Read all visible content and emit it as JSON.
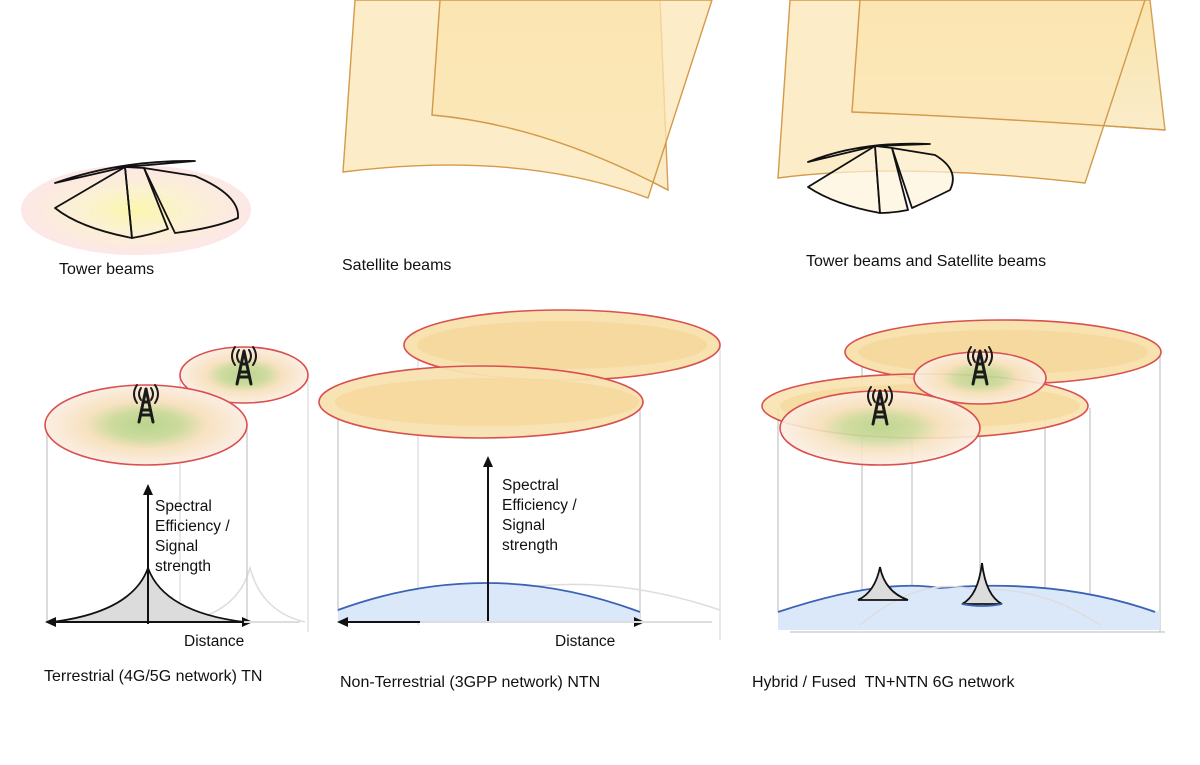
{
  "panels": {
    "tower_beams": {
      "caption": "Tower beams"
    },
    "satellite_beams": {
      "caption": "Satellite beams"
    },
    "tower_and_satellite": {
      "caption": "Tower beams and Satellite beams"
    },
    "terrestrial": {
      "caption": "Terrestrial (4G/5G network) TN",
      "y_axis_label": [
        "Spectral",
        "Efficiency /",
        "Signal",
        "strength"
      ],
      "x_axis_label": "Distance"
    },
    "non_terrestrial": {
      "caption": "Non-Terrestrial (3GPP network) NTN",
      "y_axis_label": [
        "Spectral",
        "Efficiency /",
        "Signal",
        "strength"
      ],
      "x_axis_label": "Distance"
    },
    "hybrid": {
      "caption": "Hybrid / Fused  TN+NTN 6G network"
    }
  },
  "colors": {
    "coverage_outline": "#d9504e",
    "satellite_fill": "#f7dca0",
    "satellite_outline": "#d49a4a",
    "tower_core": "#b9d48e",
    "signal_curve": "#3a62b5",
    "signal_fill": "#dbe8fa",
    "guide_line": "#c8c8c8"
  },
  "icons": [
    "cell-tower-icon"
  ]
}
